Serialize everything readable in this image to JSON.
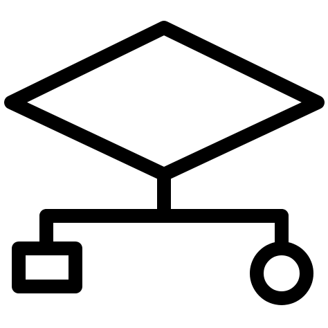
{
  "icon": {
    "name": "flowchart-icon",
    "stroke_color": "#000000",
    "background_color": "#ffffff",
    "parts": [
      "decision-diamond",
      "connector-lines",
      "rectangle-node",
      "circle-node"
    ]
  }
}
